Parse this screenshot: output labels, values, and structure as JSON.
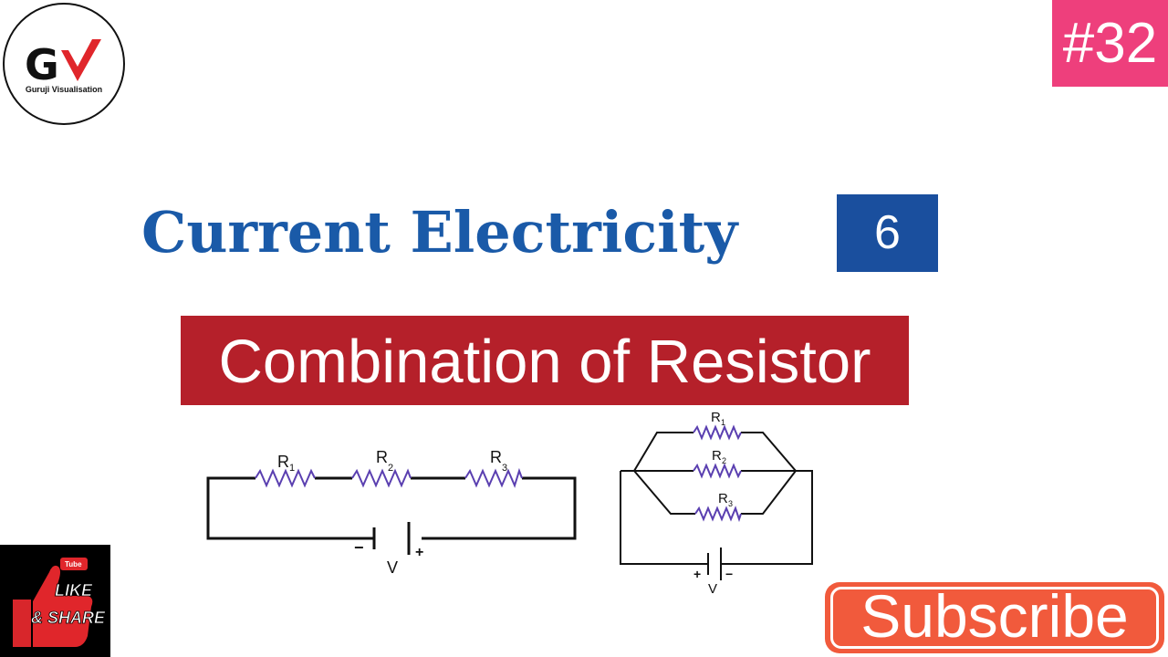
{
  "logo": {
    "letters": "GV",
    "caption": "Guruji Visualisation"
  },
  "episode_badge": "#32",
  "title": "Current Electricity",
  "part_number": "6",
  "topic": "Combination of Resistor",
  "series_circuit": {
    "resistors": [
      "R",
      "R",
      "R"
    ],
    "subscripts": [
      "1",
      "2",
      "3"
    ],
    "battery_label": "V",
    "minus": "−",
    "plus": "+"
  },
  "parallel_circuit": {
    "resistors": [
      "R",
      "R",
      "R"
    ],
    "subscripts": [
      "1",
      "2",
      "3"
    ],
    "battery_label": "V",
    "minus": "−",
    "plus": "+"
  },
  "like_share": {
    "tag": "Tube",
    "line1": "LIKE",
    "line2": "& SHARE"
  },
  "subscribe_label": "Subscribe",
  "colors": {
    "title_blue": "#1a5aa8",
    "part_box": "#1a4f9e",
    "topic_red": "#b5202a",
    "episode_pink": "#ee3f7c",
    "subscribe_orange": "#f15a3c",
    "resistor_purple": "#5a3fb0",
    "logo_red": "#e0262b"
  }
}
